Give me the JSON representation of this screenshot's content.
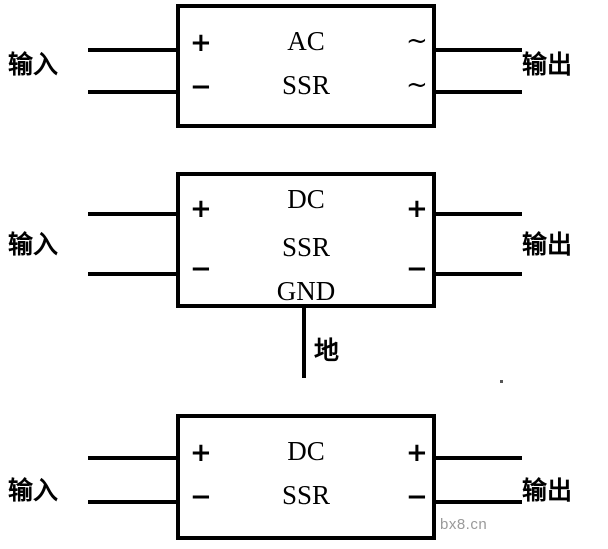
{
  "diagram": {
    "title_text_present": false,
    "watermark": "bx8.cn",
    "blocks": [
      {
        "id": "ac-ssr",
        "inner_lines": [
          "AC",
          "SSR"
        ],
        "input_label": "输入",
        "output_label": "输出",
        "input_terminals": [
          "+",
          "−"
        ],
        "output_terminals": [
          "~",
          "~"
        ],
        "ground_label": null
      },
      {
        "id": "dc-ssr-gnd",
        "inner_lines": [
          "DC",
          "SSR",
          "GND"
        ],
        "input_label": "输入",
        "output_label": "输出",
        "input_terminals": [
          "+",
          "−"
        ],
        "output_terminals": [
          "+",
          "−"
        ],
        "ground_label": "地"
      },
      {
        "id": "dc-ssr",
        "inner_lines": [
          "DC",
          "SSR"
        ],
        "input_label": "输入",
        "output_label": "输出",
        "input_terminals": [
          "+",
          "−"
        ],
        "output_terminals": [
          "+",
          "−"
        ],
        "ground_label": null
      }
    ]
  }
}
